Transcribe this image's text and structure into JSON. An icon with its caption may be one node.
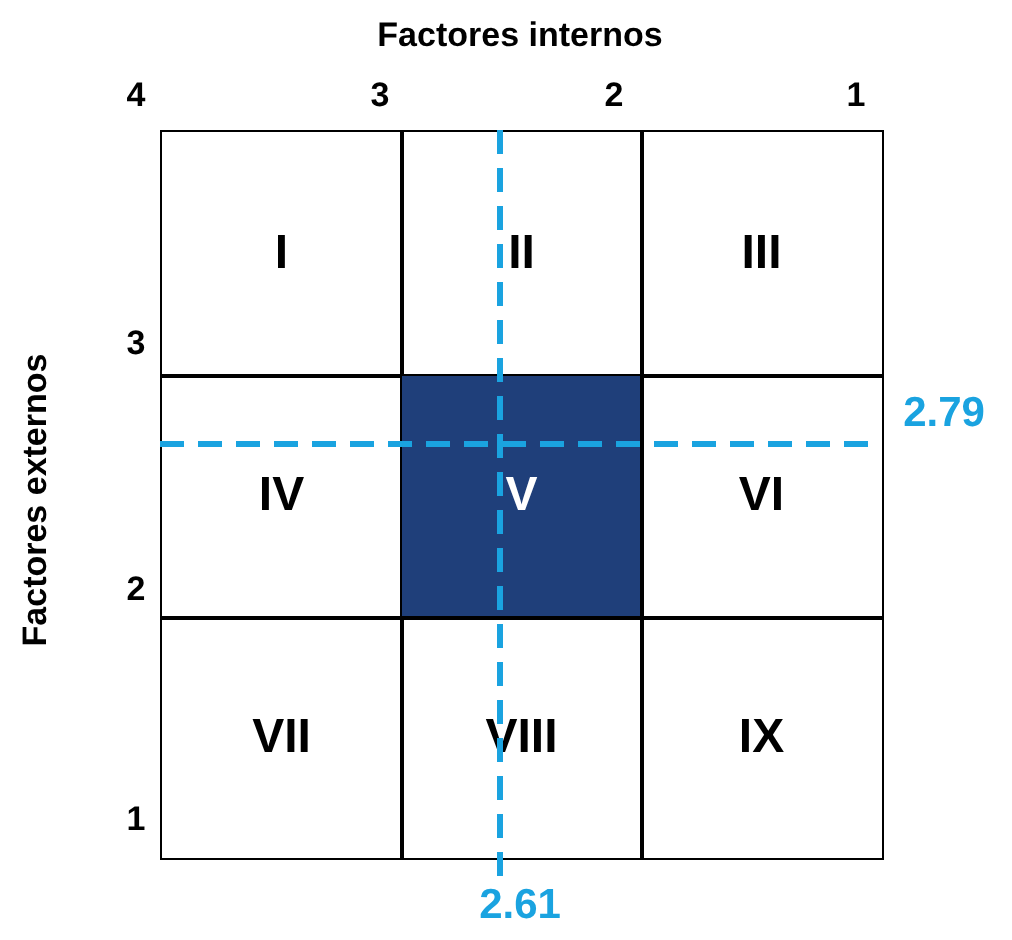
{
  "diagram": {
    "nodes": [
      {
        "text": [
          "I"
        ]
      },
      {
        "text": [
          "II"
        ]
      },
      {
        "text": [
          "III"
        ]
      },
      {
        "text": [
          "IV"
        ]
      },
      {
        "text": [
          "V"
        ]
      },
      {
        "text": [
          "VI"
        ]
      },
      {
        "text": [
          "VII"
        ]
      },
      {
        "text": [
          "VIII"
        ]
      },
      {
        "text": [
          "IX"
        ]
      }
    ],
    "labels": [
      "Factores internos",
      "4",
      "3",
      "2",
      "1",
      "Factores externos",
      "3",
      "2",
      "2.79",
      "1",
      "2.61"
    ]
  }
}
